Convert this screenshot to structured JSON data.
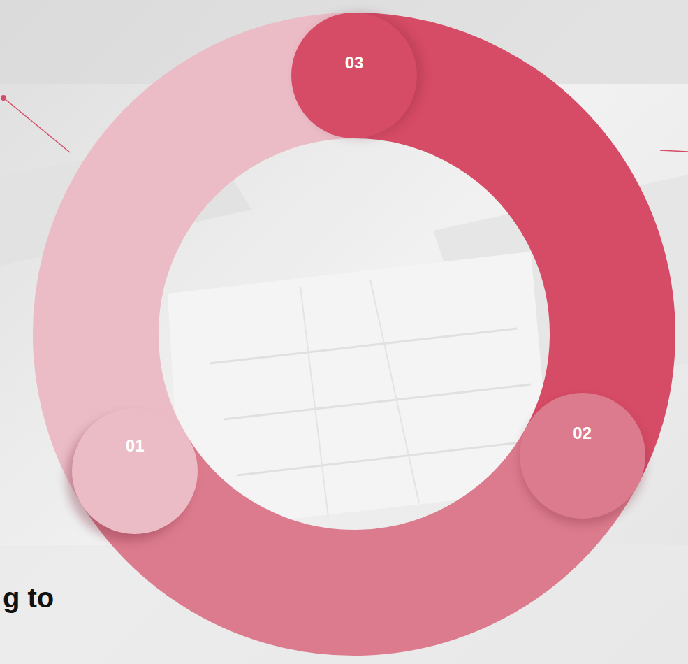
{
  "diagram": {
    "nodes": [
      {
        "text": [
          "01"
        ]
      },
      {
        "text": [
          "02"
        ]
      },
      {
        "text": [
          "03"
        ]
      }
    ],
    "labels": [
      "g to"
    ]
  }
}
